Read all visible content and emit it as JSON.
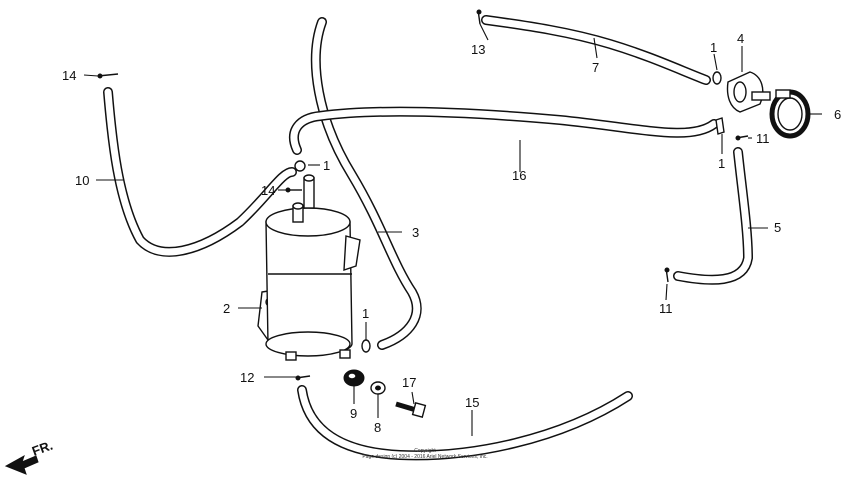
{
  "callouts": {
    "c1a": "1",
    "c1b": "1",
    "c1c": "1",
    "c1d": "1",
    "c2": "2",
    "c3": "3",
    "c4": "4",
    "c5": "5",
    "c6": "6",
    "c7": "7",
    "c8": "8",
    "c9": "9",
    "c10": "10",
    "c11a": "11",
    "c11b": "11",
    "c12": "12",
    "c13": "13",
    "c14a": "14",
    "c14b": "14",
    "c15": "15",
    "c16": "16",
    "c17": "17"
  },
  "orientation": {
    "label": "FR."
  },
  "copyright": {
    "line1": "Copyright",
    "line2": "Page design (c) 2004 - 2016 Ariel Network Services, Inc."
  }
}
